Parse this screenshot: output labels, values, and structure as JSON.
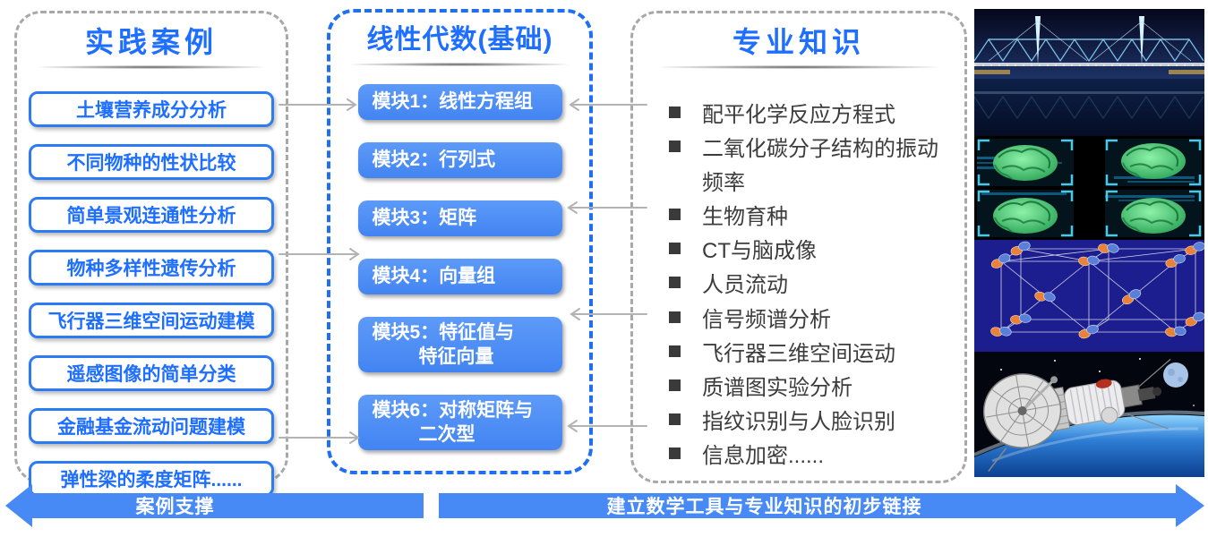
{
  "colors": {
    "accent_blue": "#1e6fff",
    "module_fill_blue": "#4a8cf5",
    "banner_blue": "#478af5",
    "dashed_gray": "#a8a8a8",
    "dashed_blue": "#1f6ff0",
    "arrow_gray": "#b3b3b3",
    "text_dark": "#3c3c3c"
  },
  "panels": {
    "cases": {
      "title": "实践案例",
      "items": [
        "土壤营养成分分析",
        "不同物种的性状比较",
        "简单景观连通性分析",
        "物种多样性遗传分析",
        "飞行器三维空间运动建模",
        "遥感图像的简单分类",
        "金融基金流动问题建模",
        "弹性梁的柔度矩阵......"
      ]
    },
    "course": {
      "title": "线性代数(基础)",
      "modules": [
        {
          "text": "模块1：线性方程组",
          "text2": ""
        },
        {
          "text": "模块2：行列式",
          "text2": ""
        },
        {
          "text": "模块3：矩阵",
          "text2": ""
        },
        {
          "text": "模块4：向量组",
          "text2": ""
        },
        {
          "text": "模块5：特征值与",
          "text2": "特征向量"
        },
        {
          "text": "模块6：对称矩阵与",
          "text2": "二次型"
        }
      ]
    },
    "knowledge": {
      "title": "专业知识",
      "lines": [
        {
          "bullet": true,
          "text": "配平化学反应方程式"
        },
        {
          "bullet": true,
          "text": "二氧化碳分子结构的振动"
        },
        {
          "bullet": false,
          "text": "频率"
        },
        {
          "bullet": true,
          "text": "生物育种"
        },
        {
          "bullet": true,
          "text": "CT与脑成像"
        },
        {
          "bullet": true,
          "text": "人员流动"
        },
        {
          "bullet": true,
          "text": "信号频谱分析"
        },
        {
          "bullet": true,
          "text": "飞行器三维空间运动"
        },
        {
          "bullet": true,
          "text": "质谱图实验分析"
        },
        {
          "bullet": true,
          "text": "指纹识别与人脸识别"
        },
        {
          "bullet": true,
          "text": "信息加密......"
        }
      ]
    }
  },
  "banners": {
    "left": "案例支撑",
    "right": "建立数学工具与专业知识的初步链接"
  },
  "photos": [
    {
      "name": "night-bridge-photo"
    },
    {
      "name": "brain-ct-scan-photo"
    },
    {
      "name": "molecule-lattice-photo"
    },
    {
      "name": "satellite-earth-photo"
    }
  ]
}
